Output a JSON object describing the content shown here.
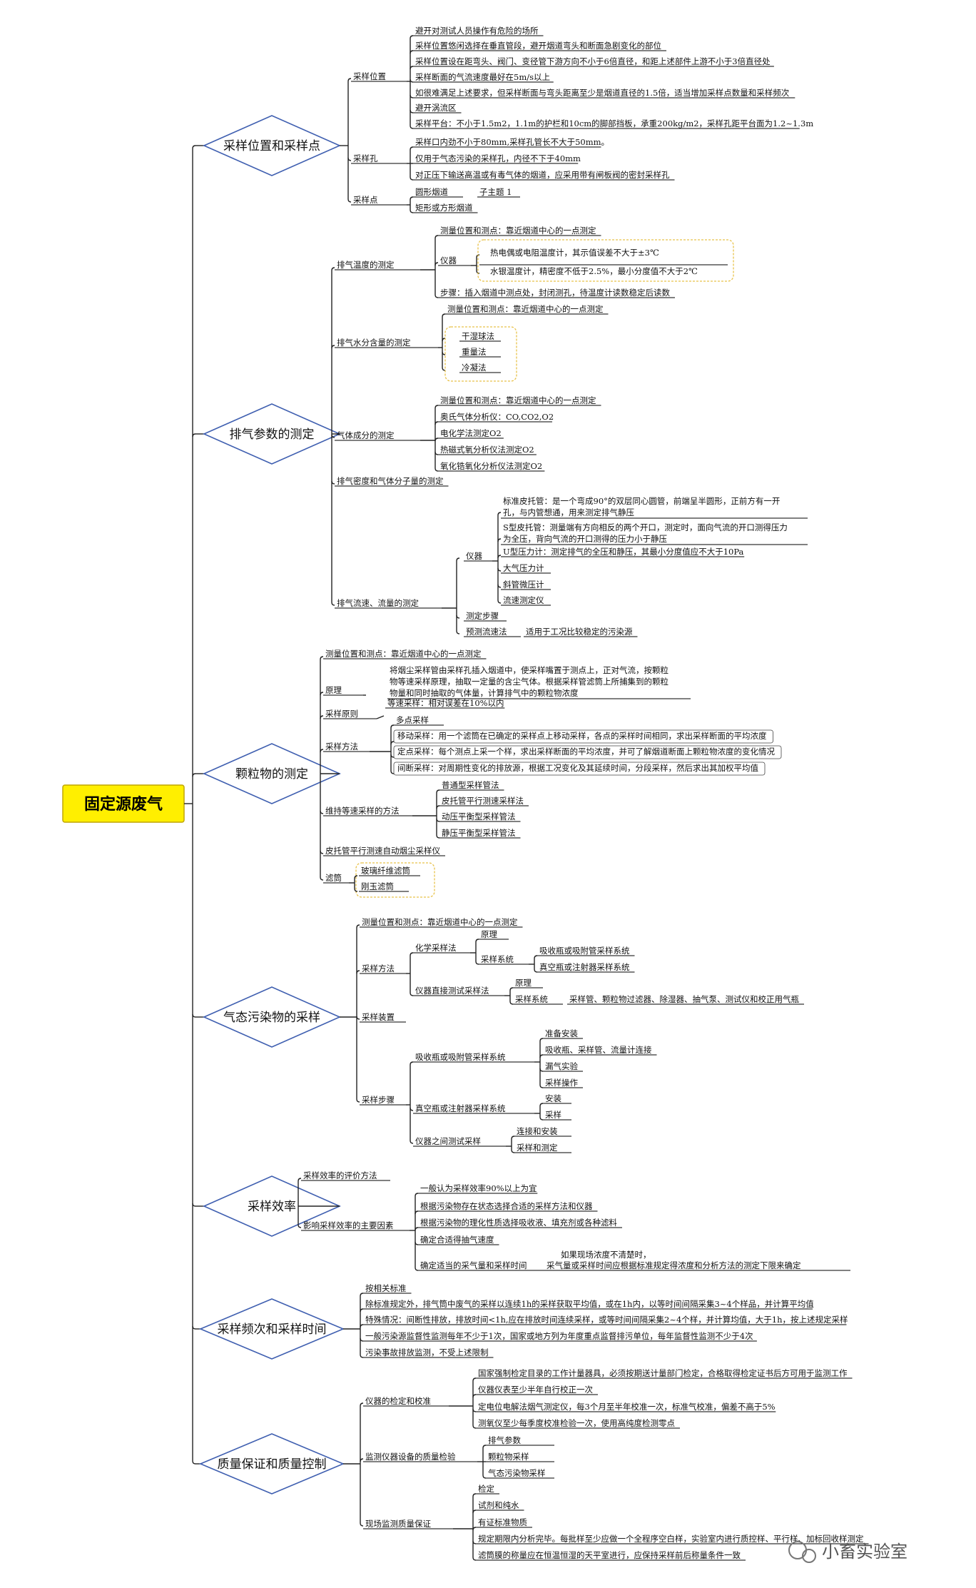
{
  "root": "固定源废气",
  "watermark": "小畜实验室",
  "branches": {
    "b1": {
      "title": "采样位置和采样点",
      "loc": {
        "label": "采样位置",
        "items": [
          "避开对测试人员操作有危险的场所",
          "采样位置悠闲选择在垂直管段，避开烟道弯头和断面急剧变化的部位",
          "采样位置设在距弯头、阀门、变径管下游方向不小于6倍直径，和距上述部件上游不小于3倍直径处",
          "采样断面的气流速度最好在5m/s以上",
          "如很难满足上述要求，但采样断面与弯头距离至少是烟道直径的1.5倍，适当增加采样点数量和采样频次",
          "避开涡流区",
          "采样平台：不小于1.5m2，1.1m的护栏和10cm的脚部挡板，承重200kg/m2，采样孔距平台面为1.2~1.3m"
        ]
      },
      "hole": {
        "label": "采样孔",
        "items": [
          "采样口内劲不小于80mm,采样孔管长不大于50mm。",
          "仅用于气态污染的采样孔，内径不下于40mm",
          "对正压下输送高温或有毒气体的烟道，应采用带有闸板阀的密封采样孔"
        ]
      },
      "point": {
        "label": "采样点",
        "items": [
          "圆形烟道",
          "矩形或方形烟道"
        ],
        "sub": "子主题 1"
      }
    },
    "b2": {
      "title": "排气参数的测定",
      "temp": {
        "label": "排气温度的测定",
        "pos": "测量位置和测点：靠近烟道中心的一点测定",
        "inst": "仪器",
        "inst_items": [
          "热电偶或电阻温度计，其示值误差不大于±3℃",
          "水银温度计，精密度不低于2.5%，最小分度值不大于2℃"
        ],
        "steps": "步骤：插入烟道中测点处，封闭测孔，待温度计读数稳定后读数"
      },
      "water": {
        "label": "排气水分含量的测定",
        "pos": "测量位置和测点：靠近烟道中心的一点测定",
        "items": [
          "干湿球法",
          "重量法",
          "冷凝法"
        ]
      },
      "gas": {
        "label": "气体成分的测定",
        "items": [
          "测量位置和测点：靠近烟道中心的一点测定",
          "奥氏气体分析仪：CO,CO2,O2",
          "电化学法测定O2",
          "热磁式氧分析仪法测定O2",
          "氧化锆氧化分析仪法测定O2"
        ]
      },
      "density": "排气密度和气体分子量的测定",
      "flow": {
        "label": "排气流速、流量的测定",
        "inst": "仪器",
        "inst_items": [
          [
            "标准皮托管：是一个弯成90°的双层同心圆管，前端呈半圆形，正前方有一开",
            "孔，与内管想通，用来测定排气静压"
          ],
          [
            "S型皮托管：测量端有方向相反的两个开口，测定时，面向气流的开口测得压力",
            "为全压，背向气流的开口测得的压力小于静压"
          ],
          [
            "U型压力计：测定排气的全压和静压，其最小分度值应不大于10Pa"
          ],
          [
            "大气压力计"
          ],
          [
            "斜管微压计"
          ],
          [
            "流速测定仪"
          ]
        ],
        "steps": "测定步骤",
        "estimate": "预测流速法",
        "estimate_note": "适用于工况比较稳定的污染源"
      }
    },
    "b3": {
      "title": "颗粒物的测定",
      "pos": "测量位置和测点：靠近烟道中心的一点测定",
      "principle": {
        "label": "原理",
        "lines": [
          "将烟尘采样管由采样孔插入烟道中，使采样嘴置于测点上，正对气流，按颗粒",
          "物等速采样原理，抽取一定量的含尘气体。根据采样管滤筒上所捕集到的颗粒",
          "物量和同时抽取的气体量，计算排气中的颗粒物浓度"
        ]
      },
      "sprinciple": {
        "label": "采样原则",
        "items": [
          "等速采样：相对误差在10%以内"
        ]
      },
      "method": {
        "label": "采样方法",
        "items": [
          "多点采样",
          "移动采样：用一个滤筒在已确定的采样点上移动采样，各点的采样时间相同，求出采样断面的平均浓度",
          "定点采样：每个测点上采一个样，求出采样断面的平均浓度，并可了解烟道断面上颗粒物浓度的变化情况",
          "间断采样：对周期性变化的排放源，根据工况变化及其延续时间，分段采样，然后求出其加权平均值"
        ]
      },
      "iso": {
        "label": "维持等速采样的方法",
        "items": [
          "普通型采样管法",
          "皮托管平行测速采样法",
          "动压平衡型采样管法",
          "静压平衡型采样管法"
        ]
      },
      "auto": "皮托管平行测速自动烟尘采样仪",
      "filter": {
        "label": "滤筒",
        "items": [
          "玻璃纤维滤筒",
          "刚玉滤筒"
        ]
      }
    },
    "b4": {
      "title": "气态污染物的采样",
      "pos": "测量位置和测点：靠近烟道中心的一点测定",
      "method": {
        "label": "采样方法",
        "chem": "化学采样法",
        "principle": "原理",
        "system": "采样系统",
        "sys_items": [
          "吸收瓶或吸附管采样系统",
          "真空瓶或注射器采样系统"
        ],
        "direct": "仪器直接测试采样法",
        "d_principle": "原理",
        "d_system": "采样系统",
        "d_sys_item": "采样管、颗粒物过滤器、除湿器、抽气泵、测试仪和校正用气瓶"
      },
      "device": "采样装置",
      "steps": {
        "label": "采样步骤",
        "absorb": "吸收瓶或吸附管采样系统",
        "absorb_items": [
          "准备安装",
          "吸收瓶、采样管、流量计连接",
          "漏气实验",
          "采样操作"
        ],
        "vacuum": "真空瓶或注射器采样系统",
        "vacuum_items": [
          "安装",
          "采样"
        ],
        "instr": "仪器之间测试采样",
        "instr_items": [
          "连接和安装",
          "采样和测定"
        ]
      }
    },
    "b5": {
      "title": "采样效率",
      "eval": "采样效率的评价方法",
      "factors": "影响采样效率的主要因素",
      "items": [
        "一般认为采样效率90%以上为宜",
        "根据污染物存在状态选择合适的采样方法和仪器",
        "根据污染物的理化性质选择吸收液、填充剂或各种滤料",
        "确定合适得抽气速度",
        "确定适当的采气量和采样时间"
      ],
      "note": [
        "如果现场浓度不清楚时，",
        "采气量或采样时间应根据标准规定得浓度和分析方法的测定下限来确定"
      ]
    },
    "b6": {
      "title": "采样频次和采样时间",
      "items": [
        "按相关标准",
        "除标准规定外，排气筒中废气的采样以连续1h的采样获取平均值，或在1h内，以等时间间隔采集3~4个样品，并计算平均值",
        "特殊情况：间断性排放，排放时间<1h,应在排放时间连续采样，或等时间间隔采集2~4个样，并计算均值，大于1h，按上述规定采样",
        "一般污染源监督性监测每年不少于1次，国家或地方列为年度重点监督排污单位，每年监督性监测不少于4次",
        "污染事故排放监测，不受上述限制"
      ]
    },
    "b7": {
      "title": "质量保证和质量控制",
      "calib": {
        "label": "仪器的检定和校准",
        "items": [
          "国家强制检定目录的工作计量器具，必须按期送计量部门检定，合格取得检定证书后方可用于监测工作",
          "仪器仪表至少半年自行校正一次",
          "定电位电解法烟气测定仪，每3个月至半年校准一次，标准气校准，偏差不高于5%",
          "测氧仪至少每季度校准检验一次，使用高纯度检测零点"
        ]
      },
      "qc": {
        "label": "监测仪器设备的质量检验",
        "items": [
          "排气参数",
          "颗粒物采样",
          "气态污染物采样"
        ]
      },
      "field": {
        "label": "现场监测质量保证",
        "items": [
          "检定",
          "试剂和纯水",
          "有证标准物质",
          "规定期限内分析完毕。每批样至少应做一个全程序空白样，实验室内进行质控样、平行样、加标回收样测定",
          "滤筒膜的称量应在恒温恒湿的天平室进行，应保持采样前后称量条件一致"
        ]
      }
    }
  }
}
